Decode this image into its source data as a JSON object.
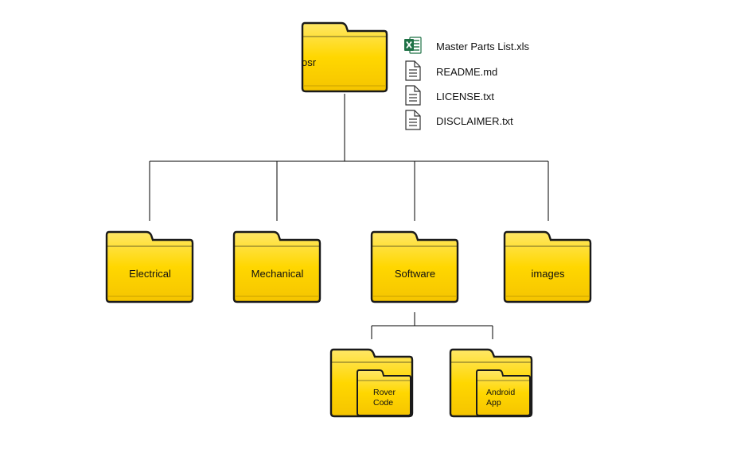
{
  "root": {
    "label": "osr"
  },
  "files": [
    {
      "name": "Master Parts List.xls",
      "icon": "excel-file-icon"
    },
    {
      "name": "README.md",
      "icon": "document-file-icon"
    },
    {
      "name": "LICENSE.txt",
      "icon": "document-file-icon"
    },
    {
      "name": "DISCLAIMER.txt",
      "icon": "document-file-icon"
    }
  ],
  "folders": [
    {
      "label": "Electrical"
    },
    {
      "label": "Mechanical"
    },
    {
      "label": "Software"
    },
    {
      "label": "images"
    }
  ],
  "software_children": [
    {
      "line1": "Rover",
      "line2": "Code"
    },
    {
      "line1": "Android",
      "line2": "App"
    }
  ],
  "colors": {
    "folder_fill": "#FFD700",
    "folder_outline": "#1a1a1a",
    "excel_green": "#1E7145",
    "connector": "#000000"
  }
}
